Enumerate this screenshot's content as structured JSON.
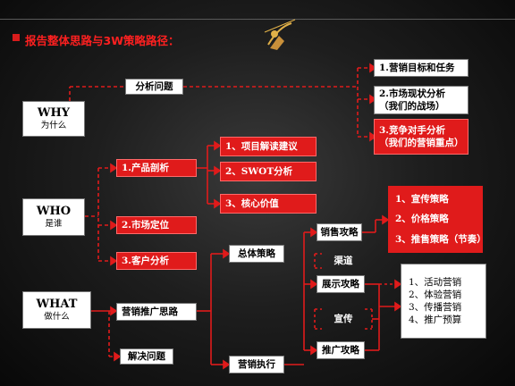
{
  "header": {
    "title": "报告整体思路与3W策略路径："
  },
  "logo": {
    "name": "archer-logo-icon"
  },
  "why": {
    "title": "WHY",
    "sub": "为什么"
  },
  "who": {
    "title": "WHO",
    "sub": "是谁"
  },
  "what": {
    "title": "WHAT",
    "sub": "做什么"
  },
  "analysis": "分析问题",
  "why_items": {
    "goal": "1.营销目标和任务",
    "market_1": "2.市场现状分析",
    "market_2": "（我们的战场）",
    "comp_1": "3.竞争对手分析",
    "comp_2": "（我们的营销重点）"
  },
  "who_items": {
    "product": "1.产品剖析",
    "position": "2.市场定位",
    "customer": "3.客户分析",
    "p1": "1、项目解读建议",
    "p2": "2、SWOT分析",
    "p3": "3、核心价值"
  },
  "what_items": {
    "promo_idea": "营销推广思路",
    "solve": "解决问题",
    "overall": "总体策略",
    "execution": "营销执行",
    "sales": "销售攻略",
    "channel": "渠道",
    "display": "展示攻略",
    "publicity": "宣传",
    "promo": "推广攻略"
  },
  "sales_strategies": [
    "1、宣传策略",
    "2、价格策略",
    "3、推售策略（节奏）"
  ],
  "marketing_list": [
    "1、活动营销",
    "2、体验营销",
    "3、传播营销",
    "4、推广预算"
  ],
  "colors": {
    "red": "#e01b1b",
    "line": "#e01b1b",
    "background": "#000000"
  }
}
